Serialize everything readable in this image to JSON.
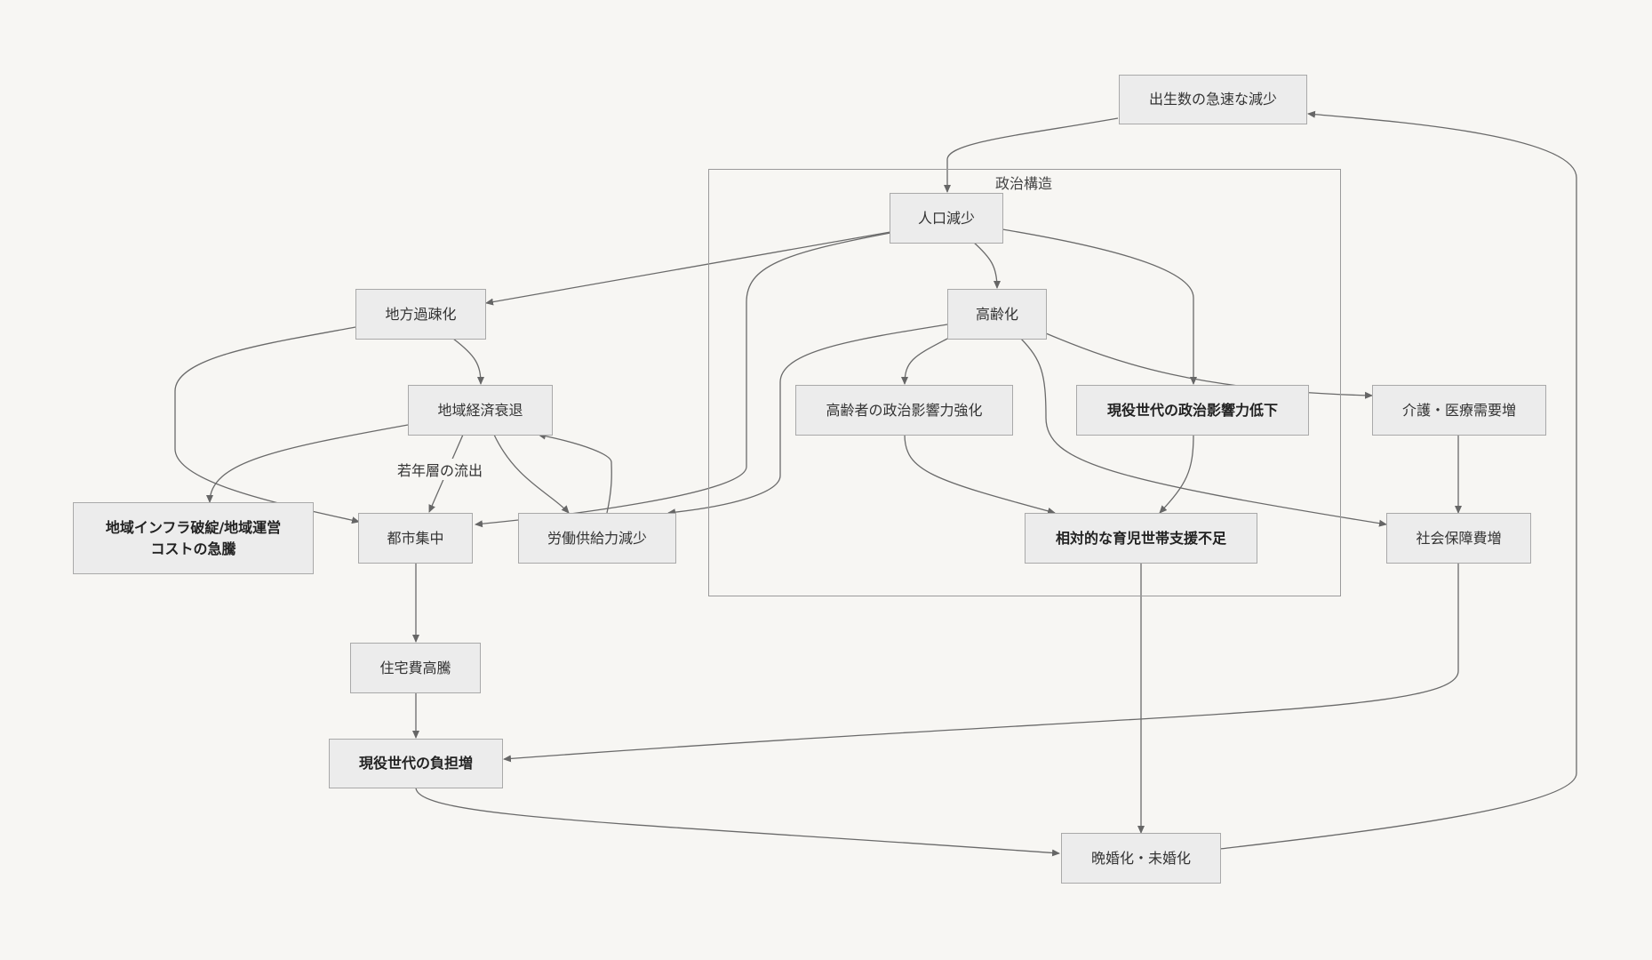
{
  "cluster": {
    "label": "政治構造"
  },
  "nodes": {
    "birth_decline": {
      "label": "出生数の急速な減少"
    },
    "population_decline": {
      "label": "人口減少"
    },
    "aging": {
      "label": "高齢化"
    },
    "rural_depopulation": {
      "label": "地方過疎化"
    },
    "regional_economy": {
      "label": "地域経済衰退"
    },
    "elderly_influence": {
      "label": "高齢者の政治影響力強化"
    },
    "working_influence": {
      "label": "現役世代の政治影響力低下"
    },
    "care_demand": {
      "label": "介護・医療需要増"
    },
    "infra_collapse": {
      "label": "地域インフラ破綻/地域運営コストの急騰"
    },
    "urban_concentration": {
      "label": "都市集中"
    },
    "labor_decline": {
      "label": "労働供給力減少"
    },
    "childcare_support": {
      "label": "相対的な育児世帯支援不足"
    },
    "social_security": {
      "label": "社会保障費増"
    },
    "housing_cost": {
      "label": "住宅費高騰"
    },
    "working_burden": {
      "label": "現役世代の負担増"
    },
    "late_marriage": {
      "label": "晩婚化・未婚化"
    }
  },
  "edge_labels": {
    "youth_outflow": "若年層の流出"
  }
}
